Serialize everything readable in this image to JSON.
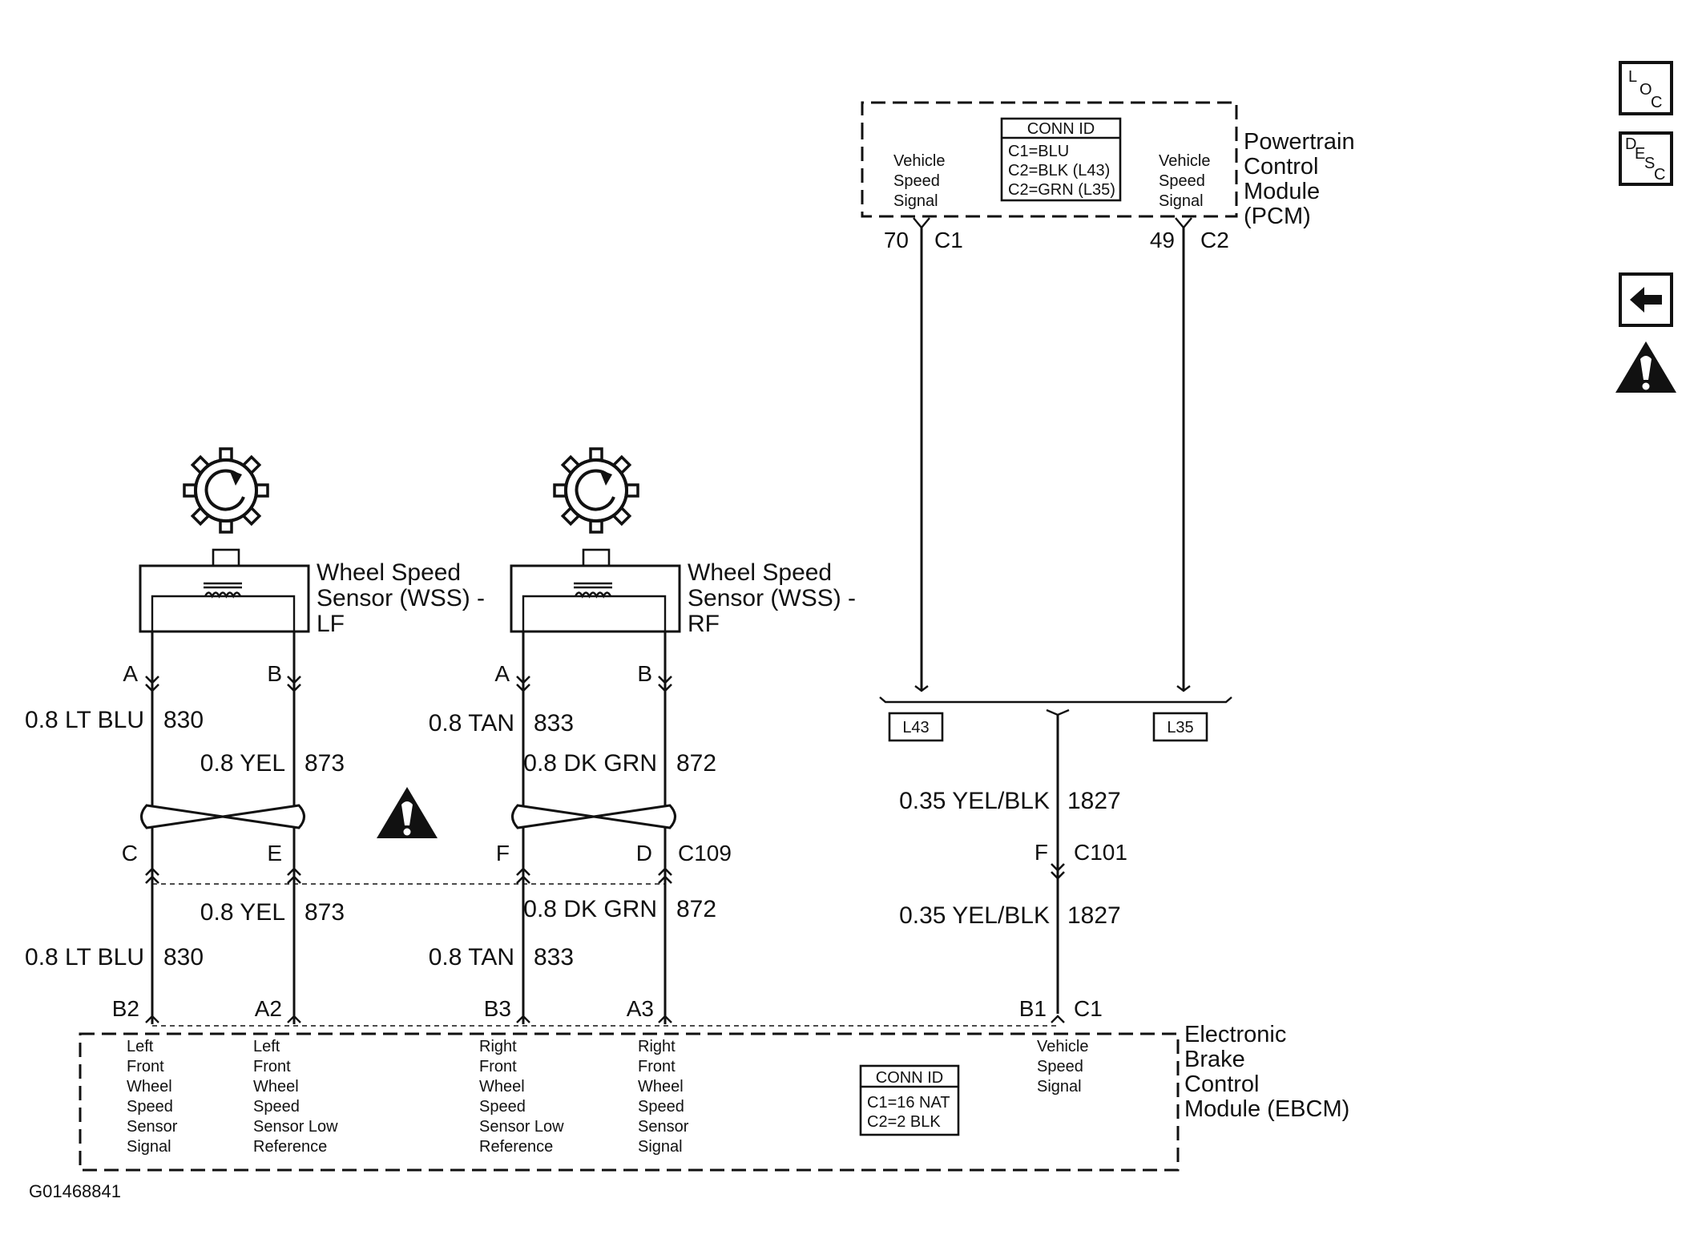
{
  "figure_id": "G01468841",
  "nav": {
    "loc": {
      "a": "L",
      "b": "O",
      "c": "C"
    },
    "desc": {
      "a": "D",
      "b": "E",
      "c": "S",
      "d": "C"
    }
  },
  "pcm": {
    "name": [
      "Powertrain",
      "Control",
      "Module",
      "(PCM)"
    ],
    "left_signal": [
      "Vehicle",
      "Speed",
      "Signal"
    ],
    "right_signal": [
      "Vehicle",
      "Speed",
      "Signal"
    ],
    "conn_title": "CONN ID",
    "conn_lines": [
      "C1=BLU",
      "C2=BLK (L43)",
      "C2=GRN (L35)"
    ],
    "left_pin": "70",
    "left_conn": "C1",
    "right_pin": "49",
    "right_conn": "C2"
  },
  "engine_options": {
    "left": "L43",
    "right": "L35"
  },
  "vss_wire": {
    "upper_label": "0.35 YEL/BLK",
    "upper_circuit": "1827",
    "conn_pin": "F",
    "conn_name": "C101",
    "lower_label": "0.35 YEL/BLK",
    "lower_circuit": "1827"
  },
  "wss_lf": {
    "name": [
      "Wheel Speed",
      "Sensor (WSS) -",
      "LF"
    ],
    "pin_a": "A",
    "pin_b": "B",
    "wire_a_label": "0.8 LT BLU",
    "wire_a_circuit": "830",
    "wire_b_label": "0.8 YEL",
    "wire_b_circuit": "873",
    "c109_a": "C",
    "c109_b": "E",
    "lower_b_label": "0.8 YEL",
    "lower_b_circuit": "873",
    "lower_a_label": "0.8 LT BLU",
    "lower_a_circuit": "830"
  },
  "wss_rf": {
    "name": [
      "Wheel Speed",
      "Sensor (WSS) -",
      "RF"
    ],
    "pin_a": "A",
    "pin_b": "B",
    "wire_a_label": "0.8 TAN",
    "wire_a_circuit": "833",
    "wire_b_label": "0.8 DK GRN",
    "wire_b_circuit": "872",
    "c109_a": "F",
    "c109_b": "D",
    "c109_name": "C109",
    "lower_b_label": "0.8 DK GRN",
    "lower_b_circuit": "872",
    "lower_a_label": "0.8 TAN",
    "lower_a_circuit": "833"
  },
  "ebcm": {
    "name": [
      "Electronic",
      "Brake",
      "Control",
      "Module (EBCM)"
    ],
    "pins": [
      "B2",
      "A2",
      "B3",
      "A3",
      "B1"
    ],
    "pin_conn": "C1",
    "col1": [
      "Left",
      "Front",
      "Wheel",
      "Speed",
      "Sensor",
      "Signal"
    ],
    "col2": [
      "Left",
      "Front",
      "Wheel",
      "Speed",
      "Sensor Low",
      "Reference"
    ],
    "col3": [
      "Right",
      "Front",
      "Wheel",
      "Speed",
      "Sensor Low",
      "Reference"
    ],
    "col4": [
      "Right",
      "Front",
      "Wheel",
      "Speed",
      "Sensor",
      "Signal"
    ],
    "col5": [
      "Vehicle",
      "Speed",
      "Signal"
    ],
    "conn_title": "CONN ID",
    "conn_lines": [
      "C1=16 NAT",
      "C2=2 BLK"
    ]
  },
  "icons": [
    "loc-button-icon",
    "desc-button-icon",
    "back-arrow-icon",
    "caution-icon",
    "wheel-speed-tone-wheel-icon",
    "coil-icon",
    "twisted-pair-icon"
  ]
}
